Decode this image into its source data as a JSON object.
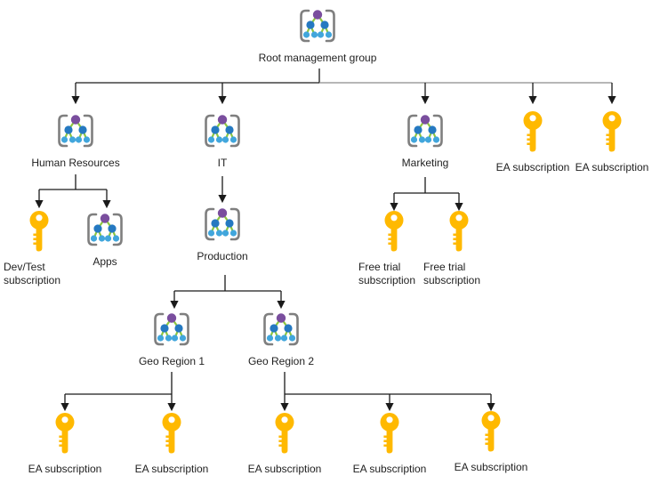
{
  "diagram": {
    "description": "Azure management group and subscription hierarchy",
    "nodes": {
      "root": {
        "label": "Root management group",
        "icon": "management-group"
      },
      "hr": {
        "label": "Human Resources",
        "icon": "management-group"
      },
      "it": {
        "label": "IT",
        "icon": "management-group"
      },
      "marketing": {
        "label": "Marketing",
        "icon": "management-group"
      },
      "ea_top_1": {
        "label": "EA subscription",
        "icon": "subscription-key"
      },
      "ea_top_2": {
        "label": "EA subscription",
        "icon": "subscription-key"
      },
      "devtest": {
        "label": "Dev/Test subscription",
        "icon": "subscription-key"
      },
      "apps": {
        "label": "Apps",
        "icon": "management-group"
      },
      "production": {
        "label": "Production",
        "icon": "management-group"
      },
      "free_trial_1": {
        "label": "Free trial subscription",
        "icon": "subscription-key"
      },
      "free_trial_2": {
        "label": "Free trial subscription",
        "icon": "subscription-key"
      },
      "geo1": {
        "label": "Geo Region 1",
        "icon": "management-group"
      },
      "geo2": {
        "label": "Geo Region 2",
        "icon": "management-group"
      },
      "ea_geo1_1": {
        "label": "EA subscription",
        "icon": "subscription-key"
      },
      "ea_geo1_2": {
        "label": "EA subscription",
        "icon": "subscription-key"
      },
      "ea_geo2_1": {
        "label": "EA subscription",
        "icon": "subscription-key"
      },
      "ea_geo2_2": {
        "label": "EA subscription",
        "icon": "subscription-key"
      },
      "ea_geo2_3": {
        "label": "EA subscription",
        "icon": "subscription-key"
      }
    },
    "edges": [
      {
        "from": "root",
        "to": "hr"
      },
      {
        "from": "root",
        "to": "it"
      },
      {
        "from": "root",
        "to": "marketing"
      },
      {
        "from": "root",
        "to": "ea_top_1"
      },
      {
        "from": "root",
        "to": "ea_top_2"
      },
      {
        "from": "hr",
        "to": "devtest"
      },
      {
        "from": "hr",
        "to": "apps"
      },
      {
        "from": "it",
        "to": "production"
      },
      {
        "from": "marketing",
        "to": "free_trial_1"
      },
      {
        "from": "marketing",
        "to": "free_trial_2"
      },
      {
        "from": "production",
        "to": "geo1"
      },
      {
        "from": "production",
        "to": "geo2"
      },
      {
        "from": "geo1",
        "to": "ea_geo1_1"
      },
      {
        "from": "geo1",
        "to": "ea_geo1_2"
      },
      {
        "from": "geo2",
        "to": "ea_geo2_1"
      },
      {
        "from": "geo2",
        "to": "ea_geo2_2"
      },
      {
        "from": "geo2",
        "to": "ea_geo2_3"
      }
    ],
    "colors": {
      "key_gold": "#FFB900",
      "bracket_gray": "#7f7f7f",
      "tree_root_purple": "#7A4E9E",
      "tree_mid_blue": "#2579C1",
      "tree_leaf_blue": "#41A6DC",
      "tree_edge_green": "#8CC63F",
      "connector_black": "#1a1a1a",
      "connector_gray": "#8c8c8c",
      "background": "#ffffff"
    }
  }
}
